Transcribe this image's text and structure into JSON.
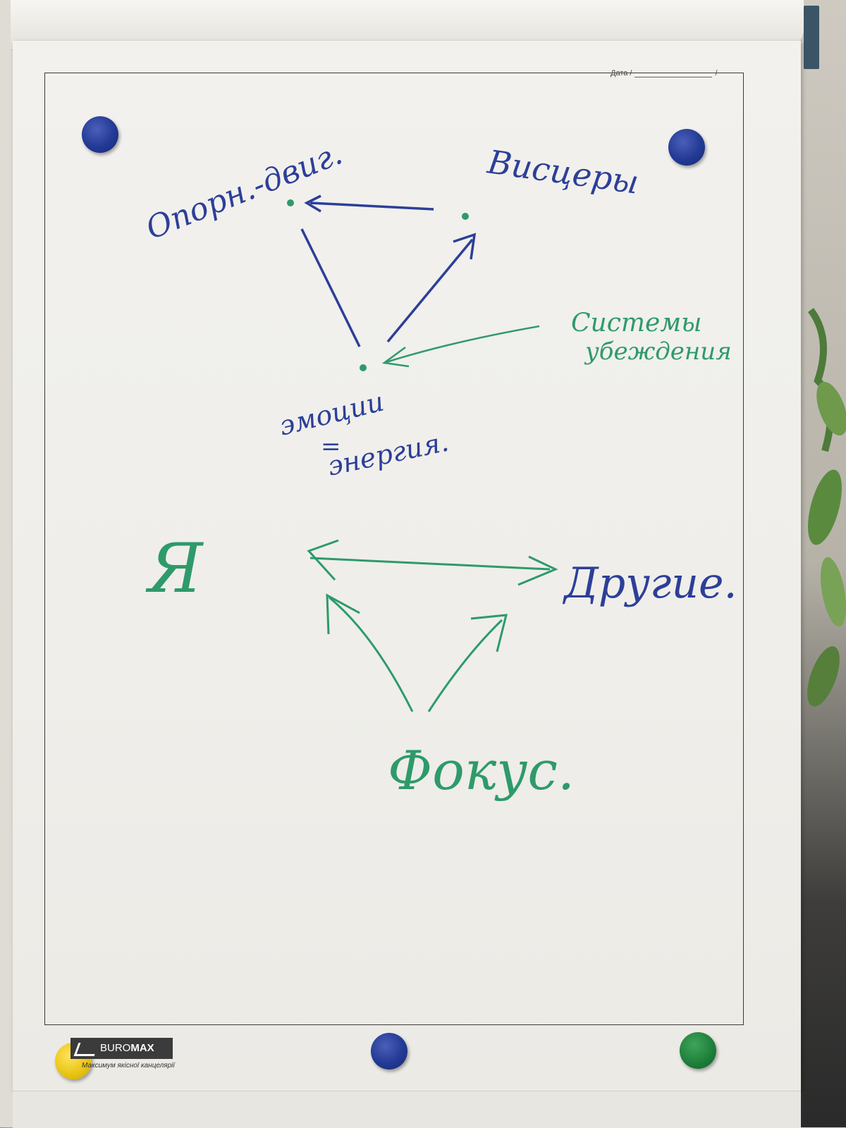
{
  "sheet": {
    "date_label": "Дата /",
    "date_suffix": "/"
  },
  "logo": {
    "brand_prefix": "BURO",
    "brand_suffix": "MAX",
    "tagline": "Максимум якісної канцелярії"
  },
  "top_diagram": {
    "top_left_label": "Опорн.-двиг.",
    "top_right_label": "Висцеры",
    "bottom_label_line1": "эмоции",
    "bottom_label_equals": "=",
    "bottom_label_line2": "энергия.",
    "side_label_line1": "Системы",
    "side_label_line2": "убеждения"
  },
  "bottom_diagram": {
    "left_label": "Я",
    "right_label": "Другие.",
    "bottom_label": "Фокус."
  },
  "colors": {
    "blue_marker": "#2c3f98",
    "green_marker": "#2e9a6a",
    "magnet_blue": "#233a95",
    "magnet_yellow": "#e8c313",
    "magnet_green": "#1d7d39"
  }
}
